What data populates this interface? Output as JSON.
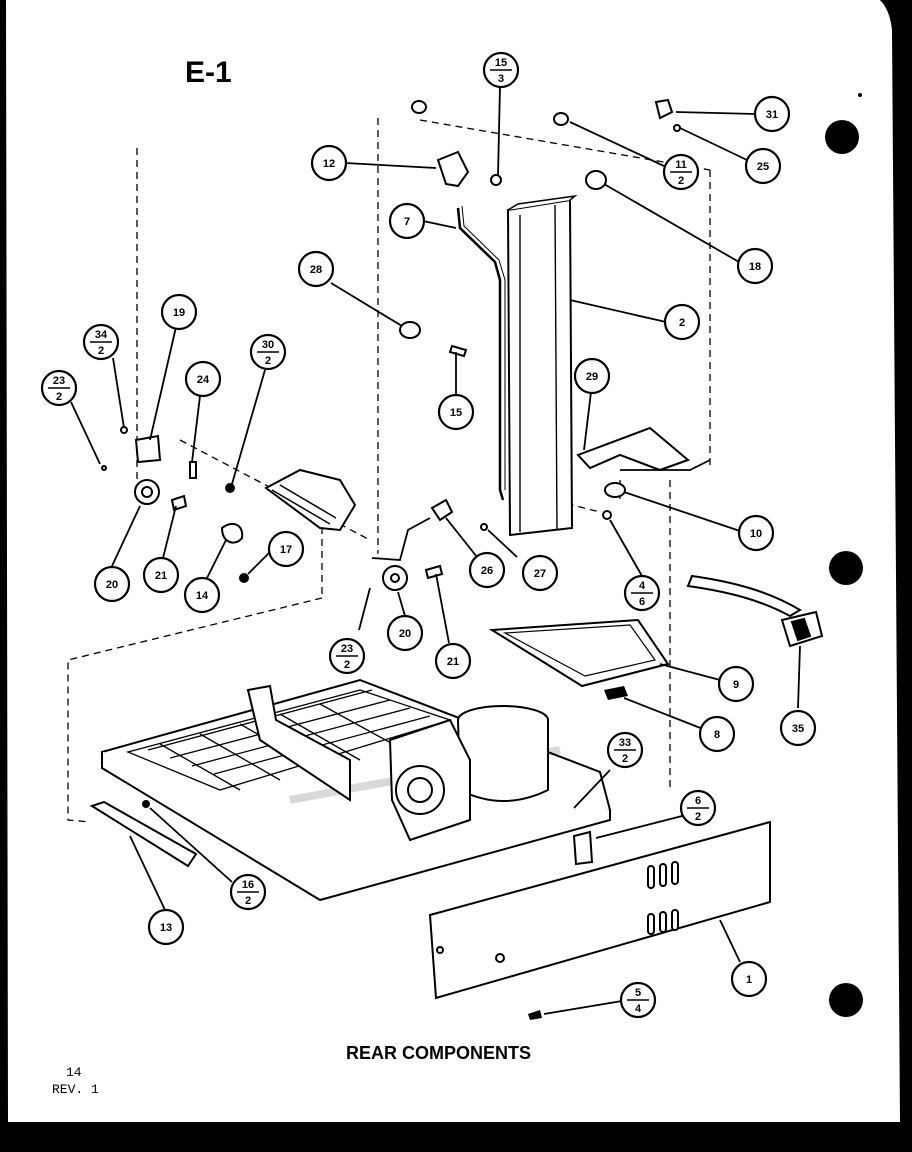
{
  "diagram": {
    "section_label": "E-1",
    "caption": "REAR COMPONENTS",
    "page_number": "14",
    "revision": "REV. 1"
  },
  "callouts": [
    {
      "id": "c15-3",
      "num": "15",
      "den": "3"
    },
    {
      "id": "c31",
      "num": "31"
    },
    {
      "id": "c25",
      "num": "25"
    },
    {
      "id": "c11-2",
      "num": "11",
      "den": "2"
    },
    {
      "id": "c12",
      "num": "12"
    },
    {
      "id": "c18",
      "num": "18"
    },
    {
      "id": "c7",
      "num": "7"
    },
    {
      "id": "c28",
      "num": "28"
    },
    {
      "id": "c2",
      "num": "2"
    },
    {
      "id": "c19",
      "num": "19"
    },
    {
      "id": "c34-2",
      "num": "34",
      "den": "2"
    },
    {
      "id": "c30-2",
      "num": "30",
      "den": "2"
    },
    {
      "id": "c23-2a",
      "num": "23",
      "den": "2"
    },
    {
      "id": "c24",
      "num": "24"
    },
    {
      "id": "c15",
      "num": "15"
    },
    {
      "id": "c29",
      "num": "29"
    },
    {
      "id": "c10",
      "num": "10"
    },
    {
      "id": "c20a",
      "num": "20"
    },
    {
      "id": "c21a",
      "num": "21"
    },
    {
      "id": "c14",
      "num": "14"
    },
    {
      "id": "c17",
      "num": "17"
    },
    {
      "id": "c26",
      "num": "26"
    },
    {
      "id": "c27",
      "num": "27"
    },
    {
      "id": "c4-6",
      "num": "4",
      "den": "6"
    },
    {
      "id": "c23-2b",
      "num": "23",
      "den": "2"
    },
    {
      "id": "c20b",
      "num": "20"
    },
    {
      "id": "c21b",
      "num": "21"
    },
    {
      "id": "c9",
      "num": "9"
    },
    {
      "id": "c35",
      "num": "35"
    },
    {
      "id": "c8",
      "num": "8"
    },
    {
      "id": "c33-2",
      "num": "33",
      "den": "2"
    },
    {
      "id": "c6-2",
      "num": "6",
      "den": "2"
    },
    {
      "id": "c16-2",
      "num": "16",
      "den": "2"
    },
    {
      "id": "c13",
      "num": "13"
    },
    {
      "id": "c1",
      "num": "1"
    },
    {
      "id": "c5-4",
      "num": "5",
      "den": "4"
    }
  ]
}
